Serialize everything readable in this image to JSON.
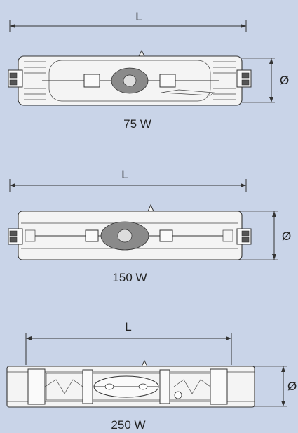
{
  "lamps": [
    {
      "id": "lamp-75w",
      "wattage_label": "75 W",
      "length_symbol": "L",
      "diameter_symbol": "Ø"
    },
    {
      "id": "lamp-150w",
      "wattage_label": "150 W",
      "length_symbol": "L",
      "diameter_symbol": "Ø"
    },
    {
      "id": "lamp-250w",
      "wattage_label": "250 W",
      "length_symbol": "L",
      "diameter_symbol": "Ø"
    }
  ],
  "colors": {
    "background": "#c9d4e8",
    "outline": "#333333",
    "fill": "#f4f4f4"
  }
}
